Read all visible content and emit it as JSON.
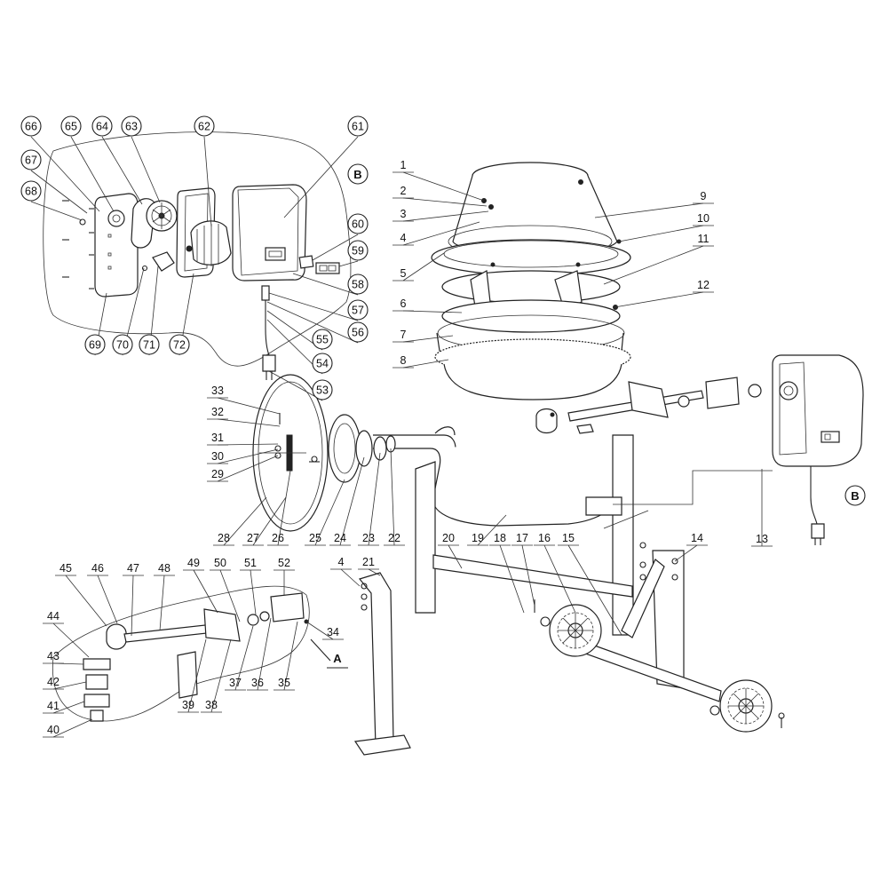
{
  "diagram": {
    "part_numbers": [
      "1",
      "2",
      "3",
      "4",
      "5",
      "6",
      "7",
      "8",
      "9",
      "10",
      "11",
      "12",
      "13",
      "14",
      "15",
      "16",
      "17",
      "18",
      "19",
      "20",
      "21",
      "22",
      "23",
      "24",
      "25",
      "26",
      "27",
      "28",
      "29",
      "30",
      "31",
      "32",
      "33",
      "34",
      "35",
      "36",
      "37",
      "38",
      "39",
      "40",
      "41",
      "42",
      "43",
      "44",
      "45",
      "46",
      "47",
      "48",
      "49",
      "50",
      "51",
      "52",
      "53",
      "54",
      "55",
      "56",
      "57",
      "58",
      "59",
      "60",
      "61",
      "62",
      "63",
      "64",
      "65",
      "66",
      "67",
      "68",
      "69",
      "70",
      "71",
      "72"
    ],
    "callouts": {
      "a": "A",
      "b": "B",
      "b_detail": "B"
    },
    "colors": {
      "line": "#222222",
      "background": "#ffffff"
    }
  }
}
